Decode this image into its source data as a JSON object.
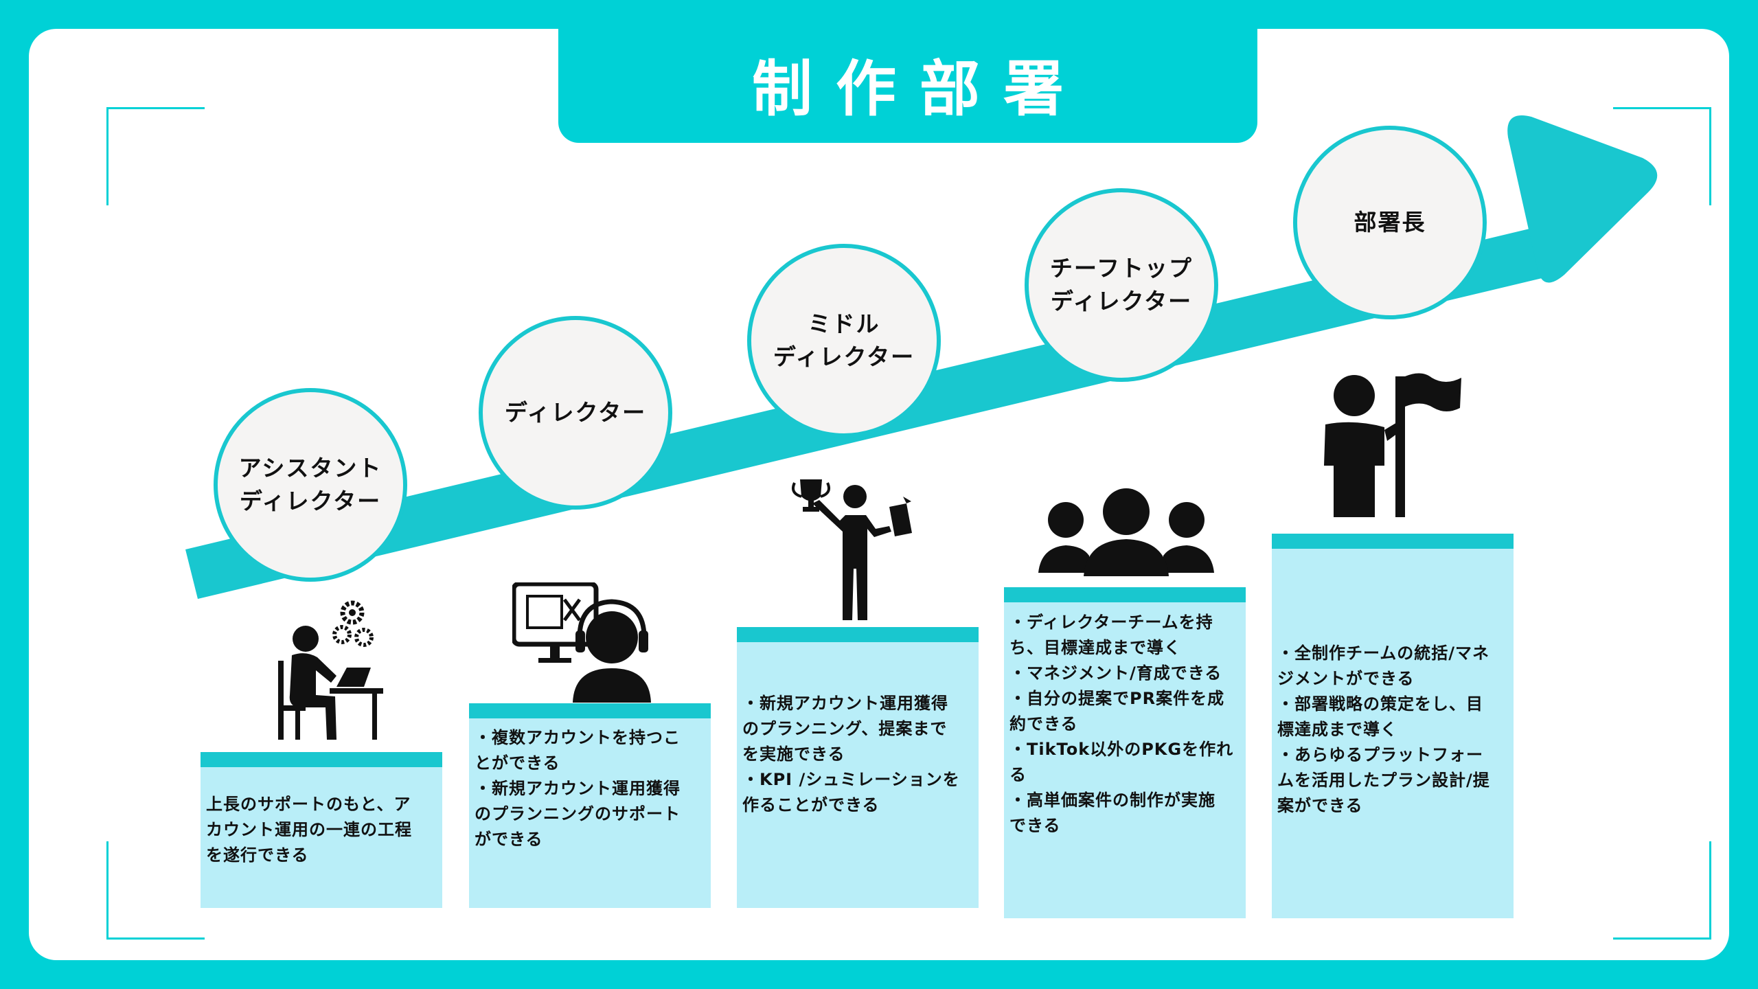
{
  "title": "制作部署",
  "colors": {
    "background": "#00D1D6",
    "arrow": "#19C7CF",
    "circle_fill": "#F5F4F3",
    "box_fill": "#B9EEF8"
  },
  "steps": [
    {
      "role": "アシスタント\nディレクター",
      "icon": "person-at-desk-gears-icon",
      "description": "上長のサポートのもと、ア\nカウント運用の一連の工程\nを遂行できる"
    },
    {
      "role": "ディレクター",
      "icon": "headset-monitor-editing-icon",
      "description": "・複数アカウントを持つこ\nとができる\n・新規アカウント運用獲得\nのプランニングのサポート\nができる"
    },
    {
      "role": "ミドル\nディレクター",
      "icon": "person-trophy-document-icon",
      "description": "・新規アカウント運用獲得\nのプランニング、提案まで\nを実施できる\n・KPI /シュミレーションを\n作ることができる"
    },
    {
      "role": "チーフトップ\nディレクター",
      "icon": "team-group-icon",
      "description": "・ディレクターチームを持\nち、目標達成まで導く\n・マネジメント/育成できる\n・自分の提案でPR案件を成\n約できる\n・TikTok以外のPKGを作れ\nる\n・高単価案件の制作が実施\nできる"
    },
    {
      "role": "部署長",
      "icon": "person-with-flag-icon",
      "description": "・全制作チームの統括/マネ\nジメントができる\n・部署戦略の策定をし、目\n標達成まで導く\n・あらゆるプラットフォー\nムを活用したプラン設計/提\n案ができる"
    }
  ]
}
